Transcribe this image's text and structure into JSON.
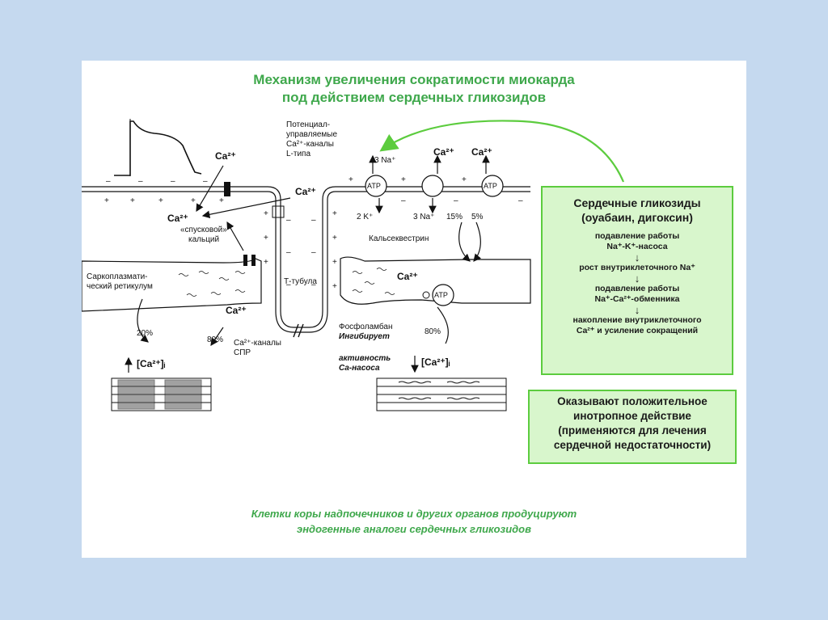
{
  "title": {
    "line1": "Механизм увеличения сократимости миокарда",
    "line2": "под действием  сердечных гликозидов"
  },
  "diagram": {
    "channel_label": [
      "Потенциал-",
      "управляемые",
      "Ca²⁺-каналы",
      "L-типа"
    ],
    "ca_top_left": "Ca²⁺",
    "ca_mid": "Ca²⁺",
    "ca_left": "Ca²⁺",
    "trigger_calcium": [
      "«спусковой»",
      "кальций"
    ],
    "sr_label": [
      "Саркоплазмати-",
      "ческий ретикулум"
    ],
    "ca_sr": "Ca²⁺",
    "t_tubule": "Т-тубула",
    "pct_20": "20%",
    "pct_80_left": "80%",
    "spr_channels": [
      "Ca²⁺-каналы",
      "СПР"
    ],
    "ca_i_left": "[Ca²⁺]ᵢ",
    "na3_top": "3 Na⁺",
    "atp1": "ATP",
    "atp2": "ATP",
    "atp3": "ATP",
    "ca_r1": "Ca²⁺",
    "ca_r2": "Ca²⁺",
    "k2": "2 K⁺",
    "na3_bottom": "3 Na⁺",
    "pct_15": "15%",
    "pct_5": "5%",
    "calsequestrin": "Кальсеквестрин",
    "ca_right_sr": "Ca²⁺",
    "phospholamban": "Фосфоламбан",
    "inhibits": "Ингибирует",
    "pct_80_right": "80%",
    "activity": [
      "активность",
      "Ca-насоса"
    ],
    "ca_i_right": "[Ca²⁺]ᵢ"
  },
  "info_box": {
    "heading1": "Сердечные гликозиды",
    "heading2": "(оуабаин, дигоксин)",
    "steps": [
      "подавление работы",
      "Na⁺-K⁺-насоса",
      "↓",
      "рост внутриклеточного Na⁺",
      "↓",
      "подавление работы",
      "Na⁺-Ca²⁺-обменника",
      "↓",
      "накопление внутриклеточного",
      "Ca²⁺ и усиление сокращений"
    ]
  },
  "effect_box": {
    "lines": [
      "Оказывают положительное",
      "инотропное действие",
      "(применяются для лечения",
      "сердечной недостаточности)"
    ]
  },
  "footer": {
    "line1": "Клетки коры надпочечников и других органов продуцируют",
    "line2": "эндогенные аналоги сердечных гликозидов"
  },
  "colors": {
    "background": "#c5d9ef",
    "title_green": "#3fa84c",
    "box_border": "#5ccc3e",
    "box_fill": "#d8f6cc"
  }
}
